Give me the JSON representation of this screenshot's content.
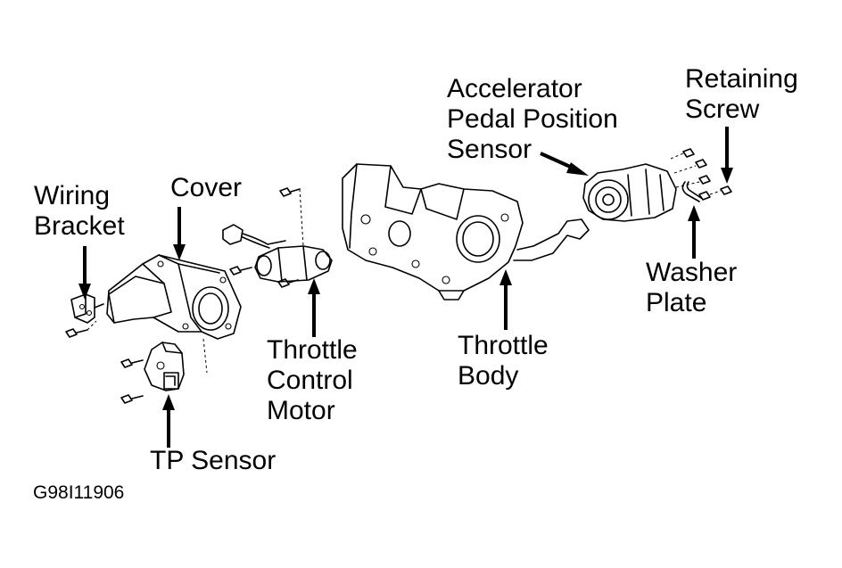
{
  "labels": {
    "wiring_bracket": [
      "Wiring",
      "Bracket"
    ],
    "cover": [
      "Cover"
    ],
    "throttle_control_motor": [
      "Throttle",
      "Control",
      "Motor"
    ],
    "tp_sensor": [
      "TP Sensor"
    ],
    "throttle_body": [
      "Throttle",
      "Body"
    ],
    "accelerator_pedal_position_sensor": [
      "Accelerator",
      "Pedal Position",
      "Sensor"
    ],
    "retaining_screw": [
      "Retaining",
      "Screw"
    ],
    "washer_plate": [
      "Washer",
      "Plate"
    ]
  },
  "figure_id": "G98I11906",
  "colors": {
    "ink": "#000000",
    "background": "#ffffff"
  }
}
